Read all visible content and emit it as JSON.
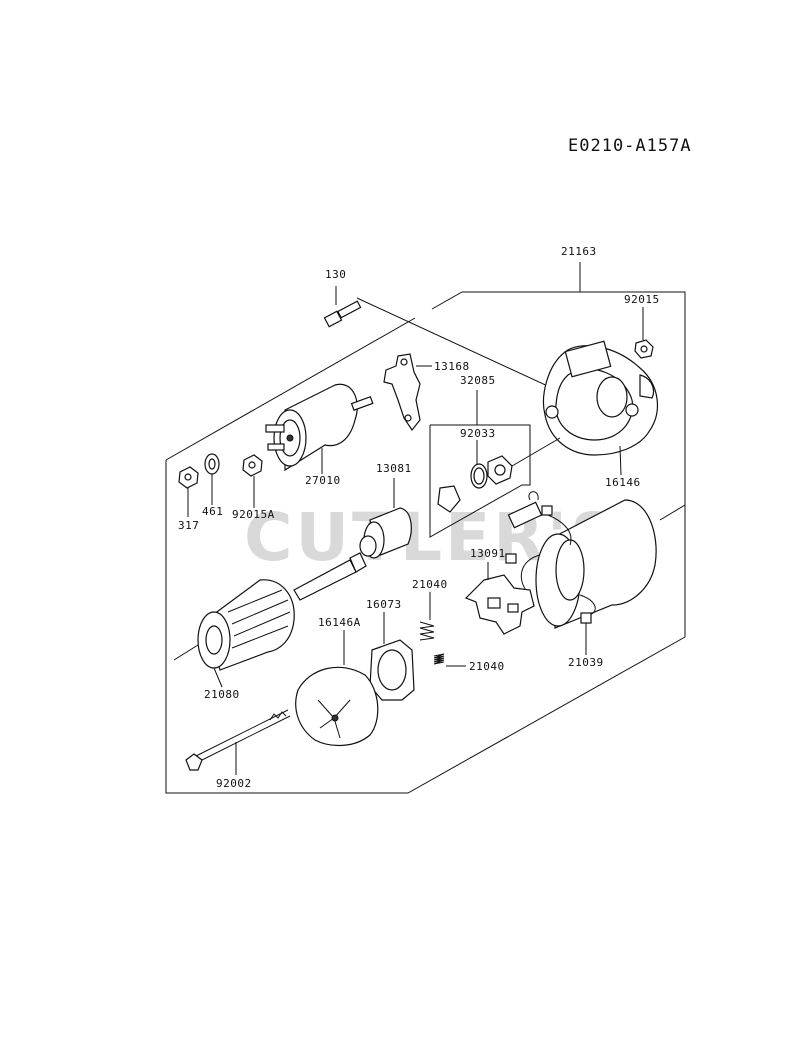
{
  "diagram_code": "E0210-A157A",
  "watermark": "CUTLER'S",
  "parts": {
    "p130": "130",
    "p21163": "21163",
    "p92015": "92015",
    "p13168": "13168",
    "p32085": "32085",
    "p92033": "92033",
    "p16146": "16146",
    "p27010": "27010",
    "p13081": "13081",
    "p317": "317",
    "p461": "461",
    "p92015A": "92015A",
    "p13091": "13091",
    "p21040a": "21040",
    "p16073": "16073",
    "p16146A": "16146A",
    "p21040b": "21040",
    "p21039": "21039",
    "p21080": "21080",
    "p92002": "92002"
  }
}
